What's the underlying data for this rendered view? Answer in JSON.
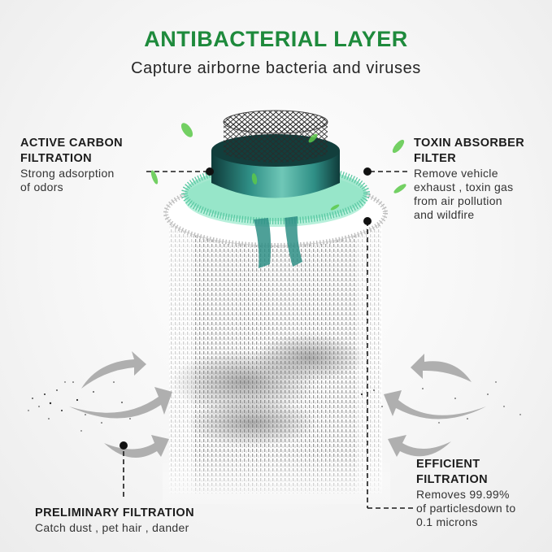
{
  "header": {
    "title": "ANTIBACTERIAL LAYER",
    "subtitle": "Capture airborne bacteria and viruses"
  },
  "callouts": {
    "active_carbon": {
      "title_line1": "ACTIVE CARBON",
      "title_line2": "FILTRATION",
      "desc_line1": "Strong adsorption",
      "desc_line2": "of odors"
    },
    "toxin_absorber": {
      "title_line1": "TOXIN ABSORBER",
      "title_line2": "FILTER",
      "desc_line1": "Remove vehicle",
      "desc_line2": "exhaust , toxin gas",
      "desc_line3": "from air pollution",
      "desc_line4": "and wildfire"
    },
    "efficient": {
      "title_line1": "EFFICIENT",
      "title_line2": "FILTRATION",
      "desc_line1": "Removes 99.99%",
      "desc_line2": "of particlesdown to",
      "desc_line3": "0.1 microns"
    },
    "preliminary": {
      "title": "PRELIMINARY FILTRATION",
      "desc": "Catch dust , pet hair , dander"
    }
  },
  "colors": {
    "title_green": "#1e8a3c",
    "teal": "#2f8f86",
    "mint": "#8fe3c4",
    "leaf_green": "#5cc94a",
    "arrow_gray": "#a8a8a8"
  }
}
